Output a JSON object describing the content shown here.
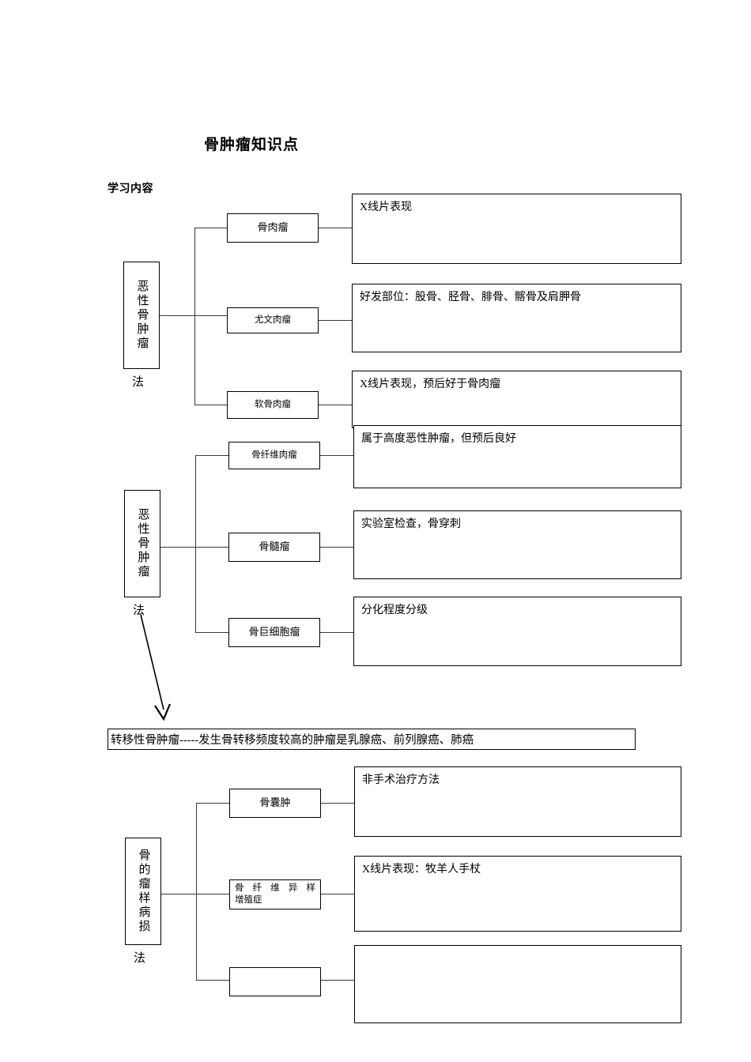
{
  "document": {
    "title": "骨肿瘤知识点",
    "subtitle": "学习内容"
  },
  "trees": [
    {
      "id": "malignant-bone-tumor-1",
      "root_label": "恶性骨肿瘤",
      "root_suffix": "法",
      "branches": [
        {
          "node": "骨肉瘤",
          "description": "X线片表现"
        },
        {
          "node": "尤文肉瘤",
          "description": "好发部位：股骨、胫骨、腓骨、髂骨及肩胛骨"
        },
        {
          "node": "软骨肉瘤",
          "description": "X线片表现，预后好于骨肉瘤"
        }
      ]
    },
    {
      "id": "malignant-bone-tumor-2",
      "root_label": "恶性骨肿瘤",
      "root_suffix": "法",
      "branches": [
        {
          "node": "骨纤维肉瘤",
          "description": "属于高度恶性肿瘤，但预后良好"
        },
        {
          "node": "骨髓瘤",
          "description": "实验室检查，骨穿刺"
        },
        {
          "node": "骨巨细胞瘤",
          "description": "分化程度分级"
        }
      ]
    },
    {
      "id": "tumor-like-bone-lesions",
      "root_label": "骨的瘤样病损",
      "root_suffix": "法",
      "branches": [
        {
          "node": "骨囊肿",
          "description": "非手术治疗方法"
        },
        {
          "node_line1": "骨 纤 维 异 样",
          "node_line2": "增殖症",
          "description": "X线片表现：牧羊人手杖"
        },
        {
          "node": "",
          "description": ""
        }
      ]
    }
  ],
  "banner": {
    "text": "转移性骨肿瘤-----发生骨转移频度较高的肿瘤是乳腺癌、前列腺癌、肺癌"
  }
}
